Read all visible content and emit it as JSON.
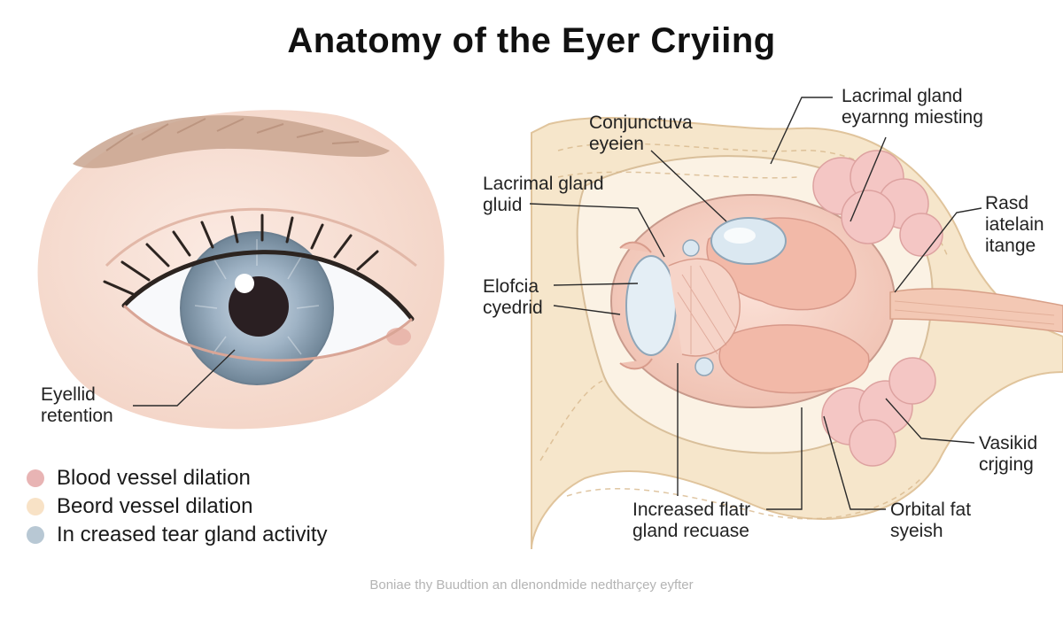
{
  "title": "Anatomy of the Eyer Cryiing",
  "labels": {
    "conjunctuva": [
      "Conjunctuva",
      "eyeien"
    ],
    "lacrimal_gland_top": [
      "Lacrimal gland",
      "eyarnng miesting"
    ],
    "lacrimal_gland_left": [
      "Lacrimal gland",
      "gluid"
    ],
    "rasd": [
      "Rasd",
      "iatelain",
      "itange"
    ],
    "elofcia": [
      "Elofcia",
      "cyedrid"
    ],
    "eyellid": [
      "Eyellid",
      "retention"
    ],
    "vasikid": [
      "Vasikid",
      "crjging"
    ],
    "increased_flatr": [
      "Increased flatr",
      "gland recuase"
    ],
    "orbital_fat": [
      "Orbital fat",
      "syeish"
    ]
  },
  "legend": [
    {
      "label": "Blood vessel dilation",
      "color": "#e8b4b4"
    },
    {
      "label": "Beord vessel dilation",
      "color": "#f8e2c6"
    },
    {
      "label": "In creased tear gland activity",
      "color": "#b8c8d4"
    }
  ],
  "footer": "Boniae thy Buudtion an dlenondmide nedtharçey eyfter",
  "colors": {
    "skin": "#f6dcd0",
    "iris": "#8ea3b6",
    "bone": "#f4e2c4",
    "gland": "#f3c4c4",
    "sclera": "#dfe9f1"
  }
}
